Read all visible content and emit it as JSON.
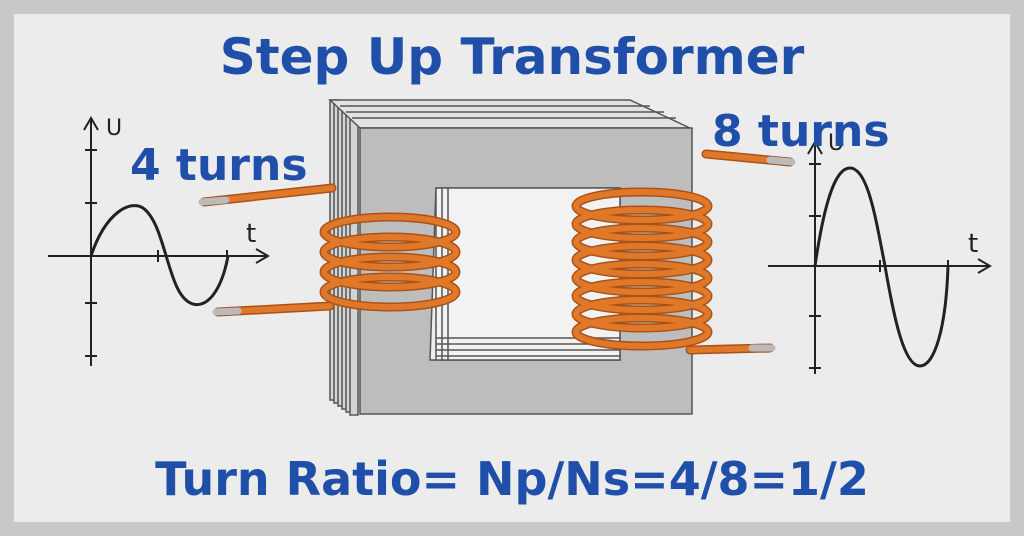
{
  "diagram": {
    "title": "Step Up Transformer",
    "primary_label": "4 turns",
    "secondary_label": "8 turns",
    "formula": "Turn Ratio= Np/Ns=4/8=1/2",
    "primary_graph": {
      "y_axis": "U",
      "x_axis": "t"
    },
    "secondary_graph": {
      "y_axis": "U",
      "x_axis": "t"
    },
    "colors": {
      "text": "#1f4fa8",
      "wire": "#e0782a",
      "core": "#b9b9b9",
      "background": "#ececec"
    }
  }
}
